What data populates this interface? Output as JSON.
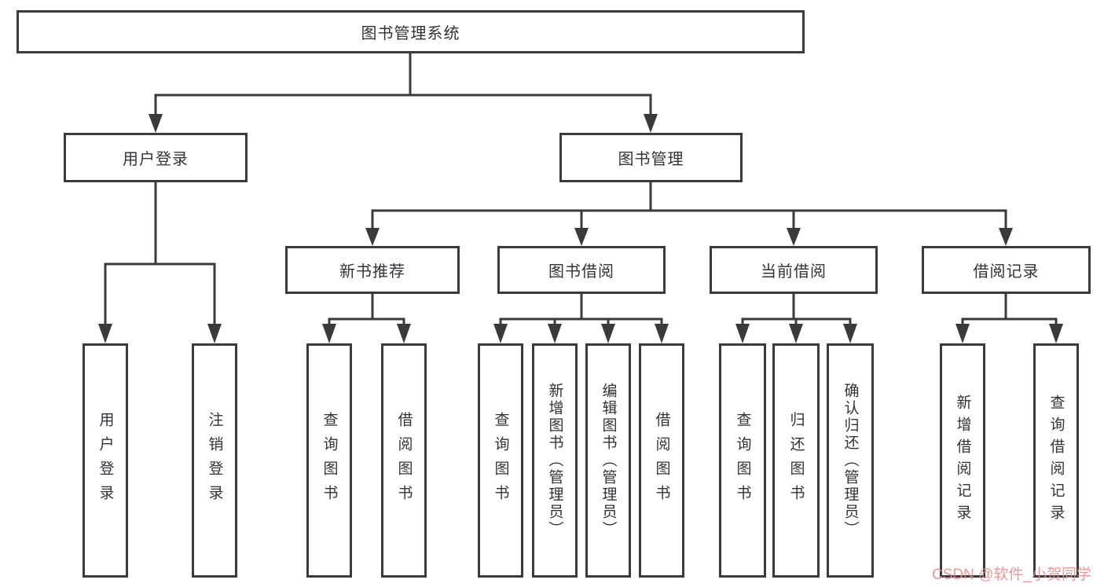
{
  "diagram": {
    "root": {
      "label": "图书管理系统"
    },
    "level2": {
      "user_login": {
        "label": "用户登录"
      },
      "book_mgmt": {
        "label": "图书管理"
      }
    },
    "modules": {
      "new_book": {
        "label": "新书推荐"
      },
      "borrow": {
        "label": "图书借阅"
      },
      "current": {
        "label": "当前借阅"
      },
      "records": {
        "label": "借阅记录"
      }
    },
    "leaves": {
      "login": {
        "label": "用户登录"
      },
      "logout": {
        "label": "注销登录"
      },
      "nb_query": {
        "label": "查询图书"
      },
      "nb_borrow": {
        "label": "借阅图书"
      },
      "bw_query": {
        "label": "查询图书"
      },
      "bw_add": {
        "label": "新增图书（管理员）"
      },
      "bw_edit": {
        "label": "编辑图书（管理员）"
      },
      "bw_borrow": {
        "label": "借阅图书"
      },
      "cur_query": {
        "label": "查询图书"
      },
      "cur_return": {
        "label": "归还图书"
      },
      "cur_confirm": {
        "label": "确认归还（管理员）"
      },
      "rec_add": {
        "label": "新增借阅记录"
      },
      "rec_query": {
        "label": "查询借阅记录"
      }
    },
    "line_color": "#3a3a3a",
    "watermark": {
      "text": "CSDN @软件_小贺同学",
      "color": "#e88a8a"
    }
  }
}
